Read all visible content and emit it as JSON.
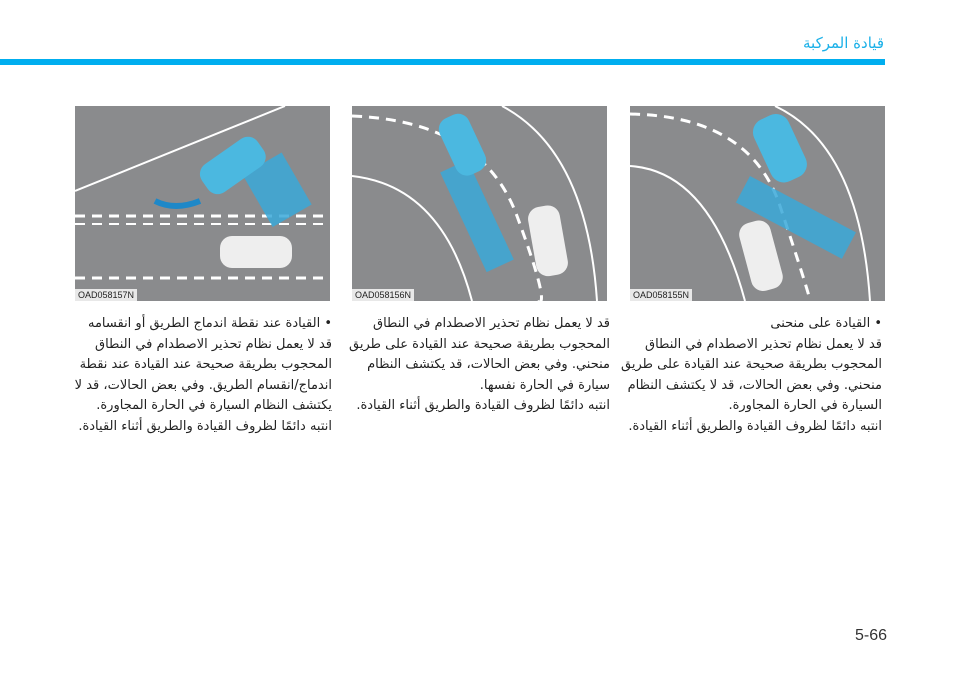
{
  "header": {
    "title": "قيادة المركبة"
  },
  "figures": [
    {
      "code": "OAD058155N"
    },
    {
      "code": "OAD058156N"
    },
    {
      "code": "OAD058157N"
    }
  ],
  "columns": [
    {
      "heading": "• القيادة على منحنى",
      "lines": [
        "قد لا يعمل نظام تحذير الاصطدام في النطاق",
        "المحجوب بطريقة صحيحة عند القيادة على طريق",
        "منحني. وفي بعض الحالات، قد لا يكتشف النظام",
        "السيارة في الحارة المجاورة.",
        "انتبه دائمًا لظروف القيادة والطريق أثناء القيادة."
      ]
    },
    {
      "heading": "",
      "lines": [
        "قد لا يعمل نظام تحذير الاصطدام في النطاق",
        "المحجوب بطريقة صحيحة عند القيادة على طريق",
        "منحني. وفي بعض الحالات، قد يكتشف النظام",
        "سيارة في الحارة نفسها.",
        "انتبه دائمًا لظروف القيادة والطريق أثناء القيادة."
      ]
    },
    {
      "heading": "• القيادة عند نقطة اندماج الطريق أو انقسامه",
      "lines": [
        "قد لا يعمل نظام تحذير الاصطدام في النطاق",
        "المحجوب بطريقة صحيحة عند القيادة عند نقطة",
        "اندماج/انقسام الطريق. وفي بعض الحالات، قد لا",
        "يكتشف النظام السيارة في الحارة المجاورة.",
        "انتبه دائمًا لظروف القيادة والطريق أثناء القيادة."
      ]
    }
  ],
  "page_number": "5-66"
}
